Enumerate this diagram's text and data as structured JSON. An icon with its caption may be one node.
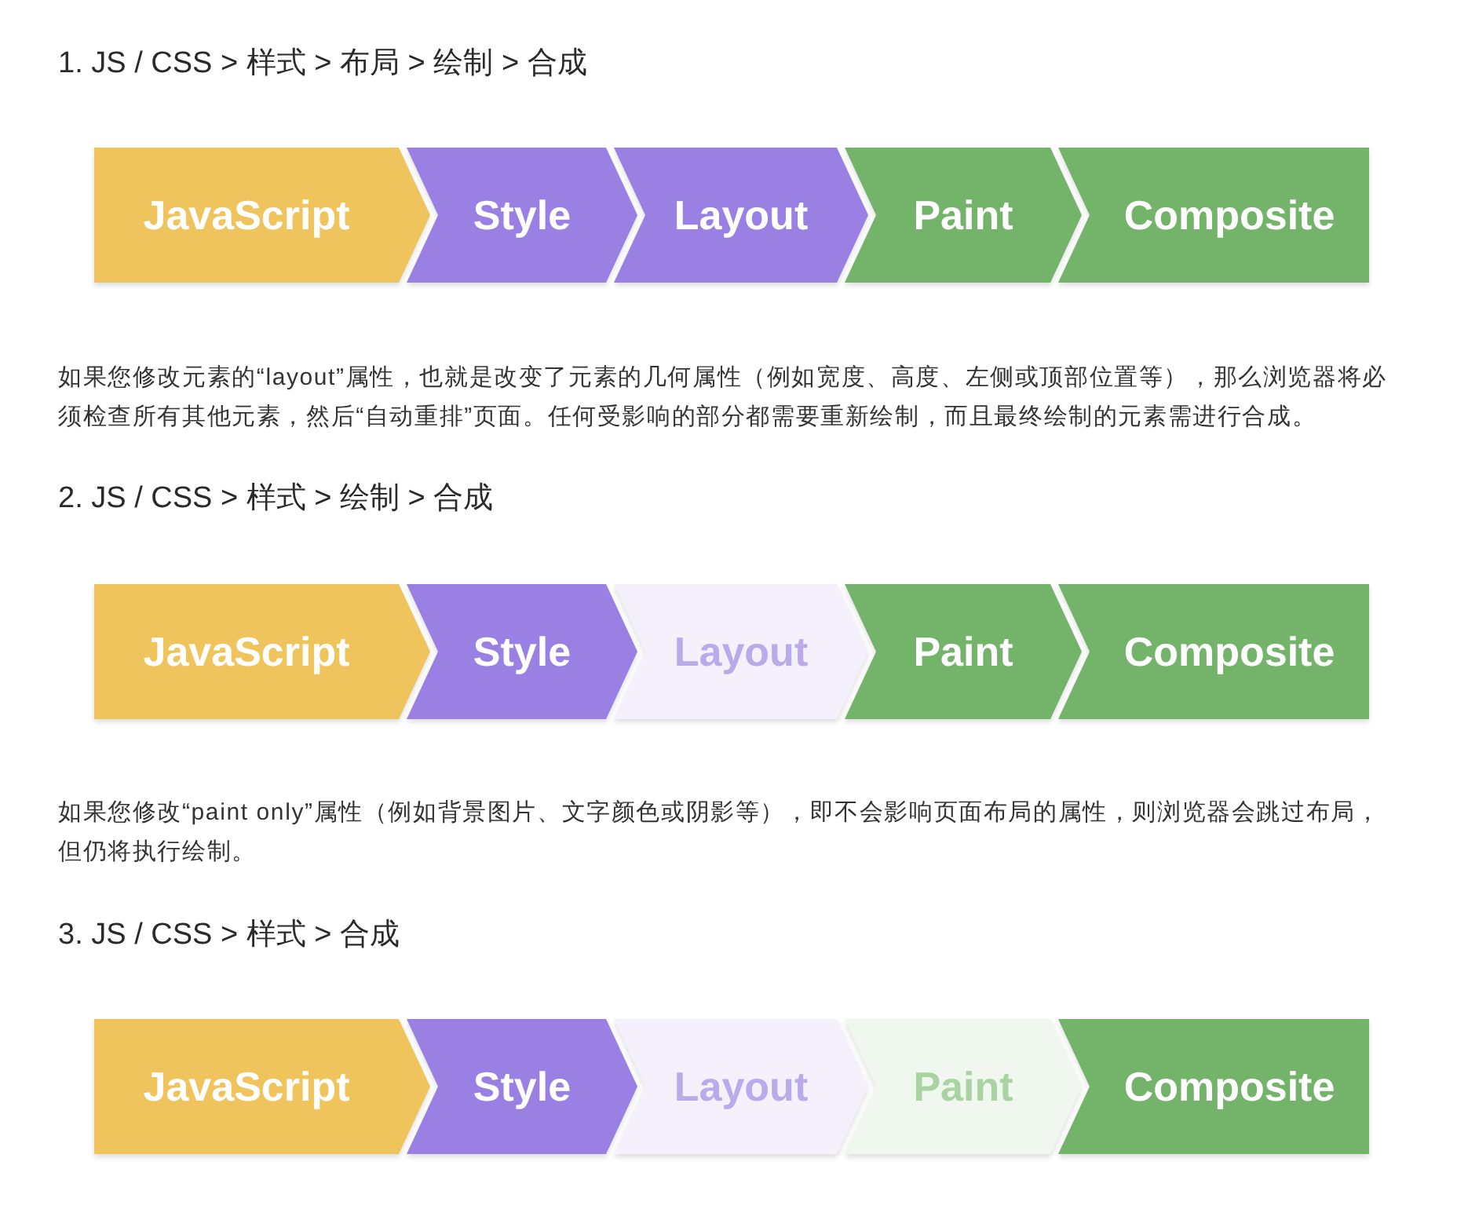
{
  "diagram": {
    "nodes": [
      {
        "text": [
          "JavaScript"
        ]
      },
      {
        "text": [
          "Style"
        ]
      },
      {
        "text": [
          "Layout"
        ]
      },
      {
        "text": [
          "Paint"
        ]
      },
      {
        "text": [
          "Composite"
        ]
      },
      {
        "text": [
          "JavaScript"
        ]
      },
      {
        "text": [
          "Style"
        ]
      },
      {
        "text": [
          "Layout"
        ]
      },
      {
        "text": [
          "Paint"
        ]
      },
      {
        "text": [
          "Composite"
        ]
      },
      {
        "text": [
          "JavaScript"
        ]
      },
      {
        "text": [
          "Style"
        ]
      },
      {
        "text": [
          "Layout"
        ]
      },
      {
        "text": [
          "Paint"
        ]
      },
      {
        "text": [
          "Composite"
        ]
      }
    ],
    "labels": [
      "1. JS / CSS > 样式 > 布局 > 绘制 > 合成",
      "如果您修改元素的“layout”属性，也就是改变了元素的几何属性（例如宽度、高度、左侧或顶部位置等），那么浏览器将必须检查所有其他元素，然后“自动重排”页面。任何受影响的部分都需要重新绘制，而且最终绘制的元素需进行合成。",
      "2. JS / CSS > 样式 > 绘制 > 合成",
      "如果您修改“paint only”属性（例如背景图片、文字颜色或阴影等），即不会影响页面布局的属性，则浏览器会跳过布局，但仍将执行绘制。",
      "3. JS / CSS > 样式 > 合成"
    ]
  }
}
